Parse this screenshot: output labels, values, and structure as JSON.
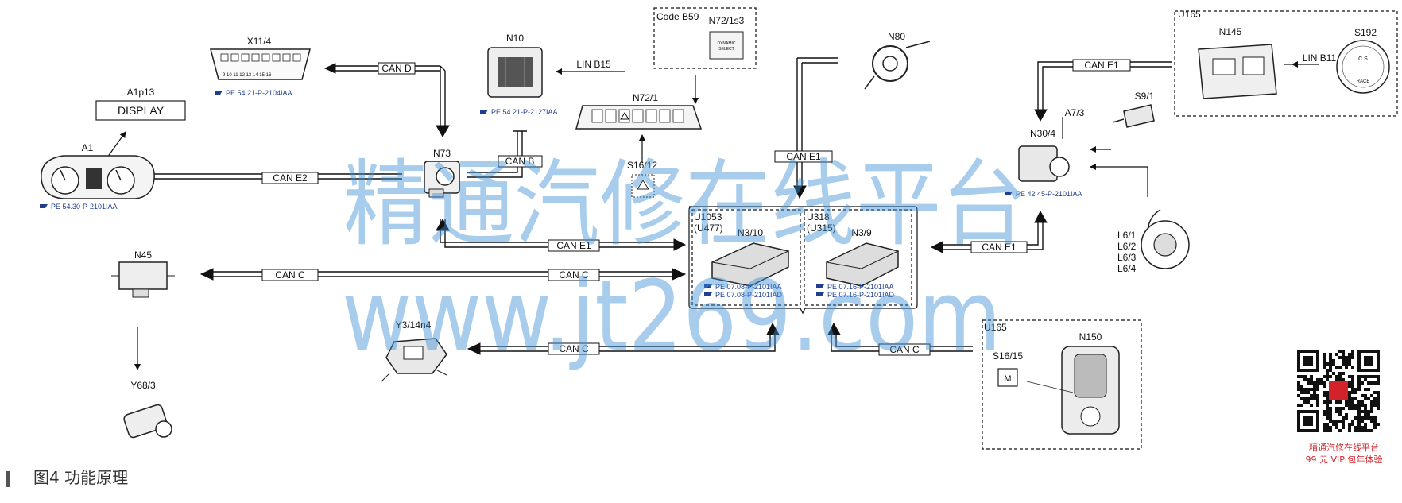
{
  "caption": "图4   功能原理",
  "watermark": {
    "chinese": "精通汽修在线平台",
    "url": "www.jt269.com"
  },
  "promo": {
    "line1": "精通汽修在线平台",
    "line2": "99 元 VIP 包年体验"
  },
  "buses": {
    "can_d": "CAN D",
    "can_b": "CAN B",
    "can_e1": "CAN E1",
    "can_e2": "CAN E2",
    "can_c": "CAN C",
    "lin_b15": "LIN B15",
    "lin_b11": "LIN B11"
  },
  "components": {
    "x11_4": "X11/4",
    "a1p13": "A1p13",
    "a1p13_text": "DISPLAY",
    "a1": "A1",
    "n10": "N10",
    "code_b59": "Code B59",
    "n72_1s3": "N72/1s3",
    "n72_1": "N72/1",
    "s16_12": "S16/12",
    "n73": "N73",
    "n45": "N45",
    "y68_3": "Y68/3",
    "y3_14n4": "Y3/14n4",
    "u1053": "U1053",
    "u477": "(U477)",
    "n3_10": "N3/10",
    "u318": "U318",
    "u315": "(U315)",
    "n3_9": "N3/9",
    "n80": "N80",
    "u165": "U165",
    "n145": "N145",
    "s192": "S192",
    "s9_1": "S9/1",
    "n30_4": "N30/4",
    "a7_3": "A7/3",
    "l6_1": "L6/1",
    "l6_2": "L6/2",
    "l6_3": "L6/3",
    "l6_4": "L6/4",
    "n150": "N150",
    "s16_15": "S16/15",
    "s16_15_letter": "M"
  },
  "refs": {
    "x11_4": "PE 54.21-P-2104IAA",
    "a1": "PE 54.30-P-2101IAA",
    "n10": "PE 54.21-P-2127IAA",
    "n3_10_a": "PE 07.08-P-2101IAA",
    "n3_10_b": "PE 07.08-P-2101IAD",
    "n3_9_a": "PE 07.16-P-2101IAA",
    "n3_9_b": "PE 07.16-P-2101IAD",
    "n30_4": "PE 42 45-P-2101IAA"
  },
  "colors": {
    "watermark": "#3d8fd6",
    "reference_text": "#1f3e8f",
    "promo_text": "#d2232a"
  }
}
